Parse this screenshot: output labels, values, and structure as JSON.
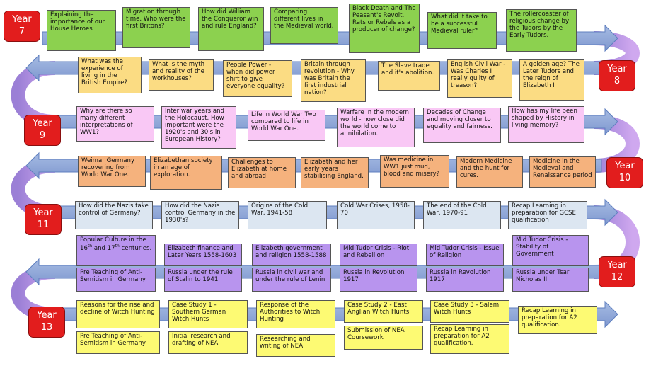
{
  "years": {
    "y7": {
      "label": "Year",
      "num": "7"
    },
    "y8": {
      "label": "Year",
      "num": "8"
    },
    "y9": {
      "label": "Year",
      "num": "9"
    },
    "y10": {
      "label": "Year",
      "num": "10"
    },
    "y11": {
      "label": "Year",
      "num": "11"
    },
    "y12": {
      "label": "Year",
      "num": "12"
    },
    "y13": {
      "label": "Year",
      "num": "13"
    }
  },
  "topics": {
    "y7": [
      "Explaining the importance of our House Heroes",
      "Migration through time. Who were the first Britons?",
      "How did William the Conqueror win and rule England?",
      "Comparing different lives in the Medieval world.",
      "Black Death and The Peasant's Revolt. Rats or Rebels as a producer of change?",
      "What did it take to be a successful Medieval ruler?",
      "The rollercoaster of religious change by the Tudors by the Early Tudors."
    ],
    "y8": [
      "What was the experience of living in the British Empire?",
      "What is the myth and reality of the workhouses?",
      "People Power - when did power shift to give everyone equality?",
      "Britain through revolution - Why was Britain the first industrial nation?",
      "The Slave trade and it's abolition.",
      "English Civil War - Was Charles I really guilty of treason?",
      "A golden age? The Later Tudors and the reign of Elizabeth I"
    ],
    "y9": [
      "Why are there so many different interpretations of WW1?",
      "Inter war years and the Holocaust. How important were the 1920's and 30's in European History?",
      "Life in World War Two compared to life in World War One.",
      "Warfare in the modern world - how close did the world come to annihilation.",
      "Decades of Change and moving closer to equality and fairness.",
      "How has my life been shaped by History in living memory?"
    ],
    "y10": [
      "Weimar Germany recovering from World War One.",
      "Elizabethan society in an age of exploration.",
      "Challenges to Elizabeth at home and abroad",
      "Elizabeth and her early years stabilising England.",
      "Was medicine in WW1 just mud, blood and misery?",
      "Modern Medicine and the hunt for cures.",
      "Medicine in the Medieval and Renaissance period"
    ],
    "y11": [
      "How did the Nazis take control of Germany?",
      "How did the Nazis control Germany in the 1930's?",
      "Origins of the Cold War, 1941-58",
      "Cold War Crises, 1958-70",
      "The end of the Cold War, 1970-91",
      "Recap Learning in preparation for GCSE qualification"
    ],
    "y12_top": [
      {
        "pre": "Popular Culture in the 16",
        "sup1": "th",
        "mid": " and 17",
        "sup2": "th",
        "post": " centuries."
      },
      "Elizabeth finance and Later Years 1558-1603",
      "Elizabeth government and religion 1558-1588",
      "Mid Tudor Crisis - Riot and Rebellion",
      "Mid Tudor Crisis - Issue of Religion",
      "Mid Tudor Crisis - Stability of Government"
    ],
    "y12_bottom": [
      "Pre Teaching of Anti-Semitism in Germany",
      "Russia under the rule of Stalin to 1941",
      "Russia in civil war and under the rule of Lenin",
      "Russia in Revolution 1917",
      "Russia in Revolution 1917",
      "Russia under Tsar Nicholas II"
    ],
    "y13_top": [
      "Reasons for the rise and decline of Witch Hunting",
      "Case Study 1 - Southern German Witch Hunts",
      "Response of the Authorities to Witch Hunting",
      "Case Study 2 - East Anglian Witch Hunts",
      "Case Study 3 - Salem Witch Hunts",
      "Recap Learning in preparation for A2 qualification."
    ],
    "y13_bottom": [
      "Pre Teaching of Anti-Semitism in Germany",
      "Initial research and drafting of NEA",
      "Researching and writing of NEA",
      "Submission of NEA Coursework",
      "Recap Learning in preparation for A2 qualification."
    ]
  },
  "colors": {
    "arrow": "#90a8d8",
    "arrow_edge": "#5f7fbf",
    "curve": "#b48ce0",
    "badge": "#e21d1d",
    "green": "#8cd14f",
    "yellow": "#fbdc83",
    "pink": "#f9c8f5",
    "orange": "#f5b27d",
    "blue": "#dce6f1",
    "purple": "#b894ee",
    "light_yellow": "#fdfa73"
  }
}
